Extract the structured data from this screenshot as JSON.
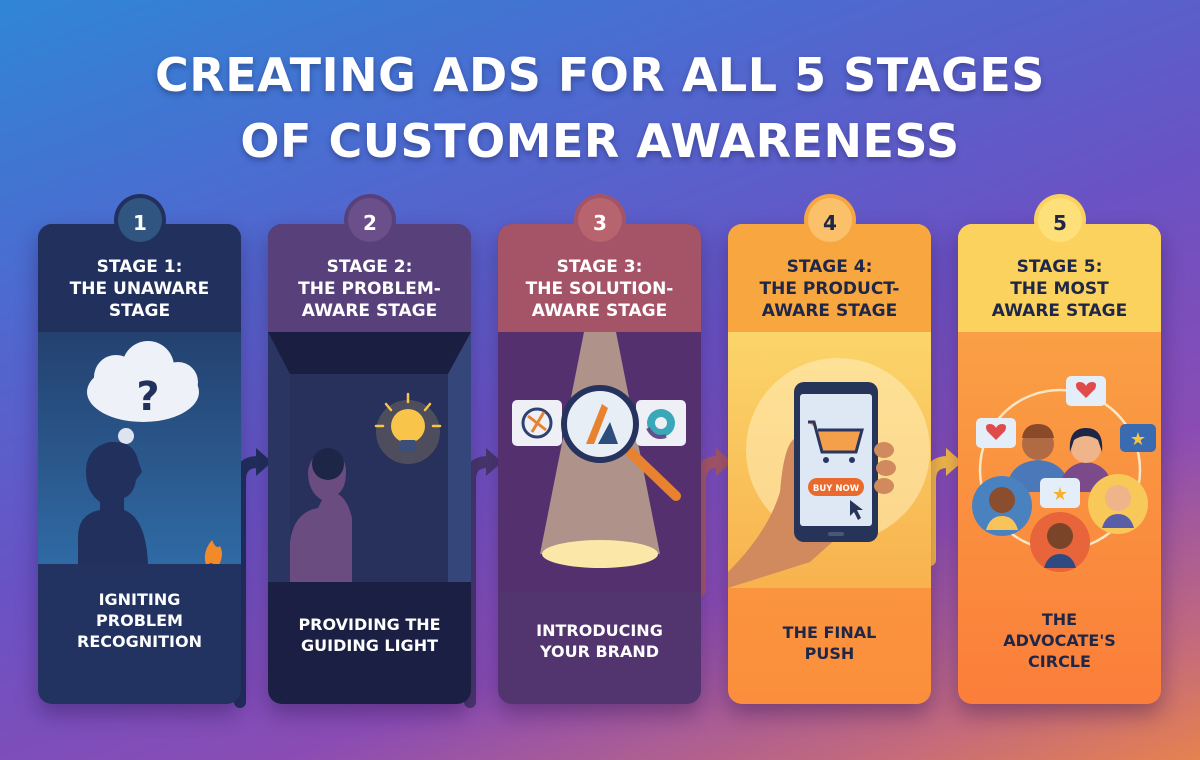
{
  "title": {
    "line1": "CREATING ADS FOR ALL 5 STAGES",
    "line2": "OF CUSTOMER AWARENESS"
  },
  "stages": [
    {
      "number": "1",
      "heading_lines": [
        "STAGE 1:",
        "THE UNAWARE",
        "STAGE"
      ],
      "illustration": "thought-cloud-question-mark-silhouette-with-match",
      "caption_lines": [
        "IGNITING",
        "PROBLEM",
        "RECOGNITION"
      ],
      "header_color": "#22305e",
      "body_color": "#233361"
    },
    {
      "number": "2",
      "heading_lines": [
        "STAGE 2:",
        "THE PROBLEM-",
        "AWARE STAGE"
      ],
      "illustration": "person-thinking-under-lightbulb",
      "caption_lines": [
        "PROVIDING THE",
        "GUIDING LIGHT"
      ],
      "header_color": "#58407a",
      "body_color": "#1b1f44"
    },
    {
      "number": "3",
      "heading_lines": [
        "STAGE 3:",
        "THE SOLUTION-",
        "AWARE STAGE"
      ],
      "illustration": "magnifying-glass-on-brand-logos-spotlight",
      "caption_lines": [
        "INTRODUCING",
        "YOUR BRAND"
      ],
      "header_color": "#a55468",
      "body_color": "#52346f"
    },
    {
      "number": "4",
      "heading_lines": [
        "STAGE 4:",
        "THE PRODUCT-",
        "AWARE STAGE"
      ],
      "illustration": "hand-holding-phone-shopping-cart",
      "phone_button_label": "BUY NOW",
      "caption_lines": [
        "THE FINAL",
        "PUSH"
      ],
      "header_color": "#f8a640",
      "body_color": "#fb9a40"
    },
    {
      "number": "5",
      "heading_lines": [
        "STAGE 5:",
        "THE MOST",
        "AWARE STAGE"
      ],
      "illustration": "circle-of-advocates-with-hearts-and-stars",
      "caption_lines": [
        "THE",
        "ADVOCATE'S",
        "CIRCLE"
      ],
      "header_color": "#fbd25e",
      "body_color": "#fb9040"
    }
  ],
  "connectors": [
    {
      "from": "1",
      "to": "2",
      "color": "#22305e"
    },
    {
      "from": "2",
      "to": "3",
      "color": "#4a3870"
    },
    {
      "from": "3",
      "to": "4",
      "color": "#a8596a"
    },
    {
      "from": "4",
      "to": "5",
      "color": "#f8bb4a"
    }
  ]
}
